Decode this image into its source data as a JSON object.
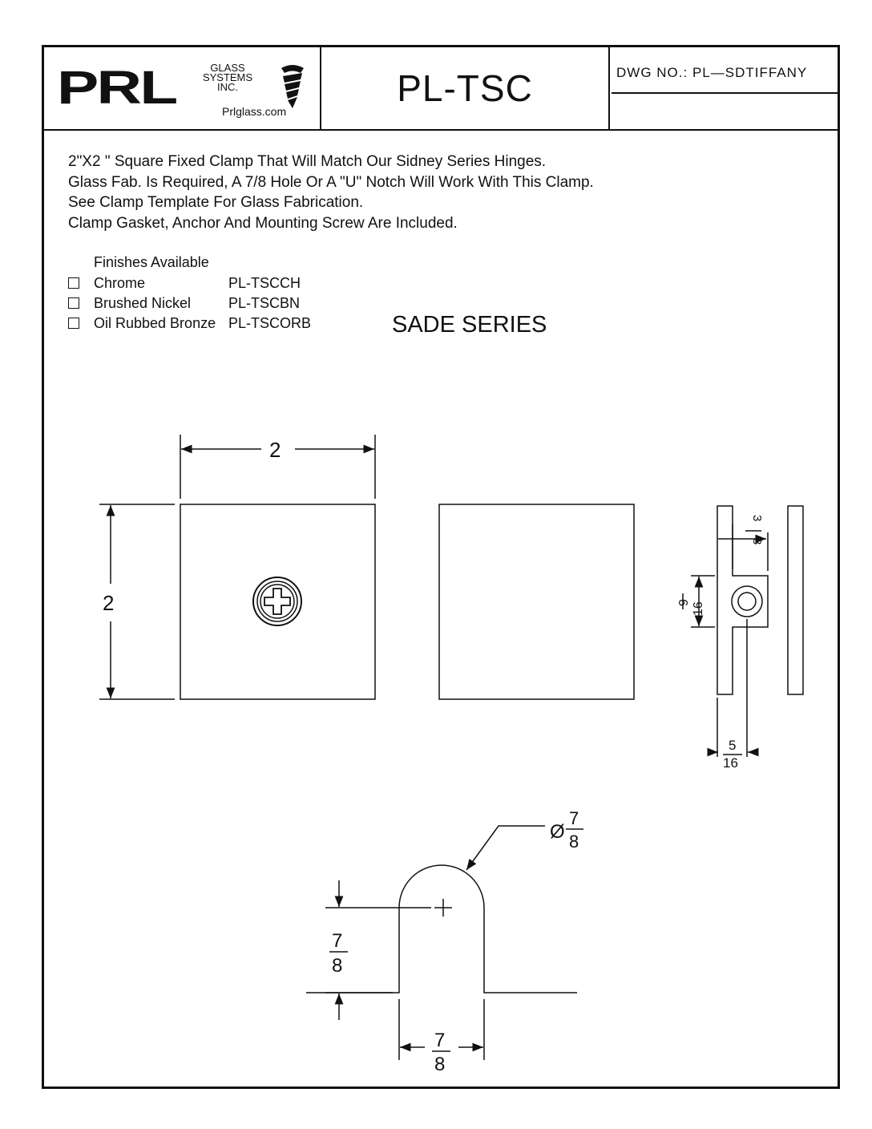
{
  "header": {
    "logo": "PRL",
    "logo_sub": [
      "GLASS",
      "SYSTEMS",
      "INC."
    ],
    "logo_url": "Prlglass.com",
    "model": "PL-TSC",
    "dwg_no": "DWG NO.: PL—SDTIFFANY"
  },
  "description": [
    "2\"X2 \" Square Fixed Clamp That Will Match Our Sidney Series Hinges.",
    "Glass Fab. Is Required, A 7/8 Hole Or A \"U\" Notch Will Work With This Clamp.",
    "See Clamp Template For Glass Fabrication.",
    "Clamp Gasket, Anchor And Mounting Screw Are Included."
  ],
  "finishes": {
    "title": "Finishes Available",
    "items": [
      {
        "name": "Chrome",
        "code": "PL-TSCCH"
      },
      {
        "name": "Brushed Nickel",
        "code": "PL-TSCBN"
      },
      {
        "name": "Oil Rubbed Bronze",
        "code": "PL-TSCORB"
      }
    ]
  },
  "series": "SADE SERIES",
  "dimensions": {
    "front_width": "2",
    "front_height": "2",
    "side_top_num": "3",
    "side_top_den": "8",
    "side_mid_num": "9",
    "side_mid_den": "16",
    "side_bot_num": "5",
    "side_bot_den": "16",
    "hole_dia_prefix": "Ø",
    "hole_dia_num": "7",
    "hole_dia_den": "8",
    "notch_depth_num": "7",
    "notch_depth_den": "8",
    "notch_width_num": "7",
    "notch_width_den": "8"
  }
}
